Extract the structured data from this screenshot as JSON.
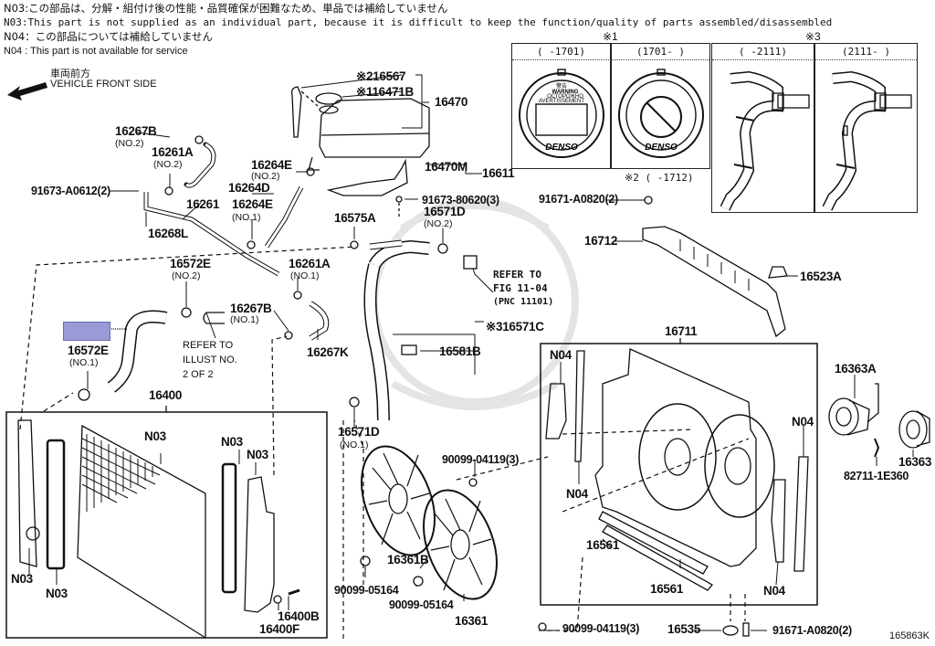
{
  "notes": [
    {
      "id": "n03_jp",
      "text": "N03:この部品は、分解・組付け後の性能・品質確保が困難なため、単品では補給していません"
    },
    {
      "id": "n03_en",
      "text": "N03:This part is not supplied as an individual part, because it is difficult to keep the function/quality of parts assembled/disassembled"
    },
    {
      "id": "n04_jp",
      "text": "N04：この部品については補給していません"
    },
    {
      "id": "n04_en",
      "text": "N04 : This part is not available for service"
    }
  ],
  "orientation": {
    "jp": "車両前方",
    "en": "VEHICLE FRONT SIDE"
  },
  "figure_number": "165863K",
  "highlight_color": "#9a9ad6",
  "variant_panels": {
    "cap": {
      "mark": "※1",
      "cols": [
        "(    -1701)",
        "(1701-    )"
      ],
      "cap_text": [
        "警告",
        "WARNING",
        "ОСТОРОЖНО",
        "AVERTISSEMENT"
      ],
      "brand": "DENSO"
    },
    "hose": {
      "mark": "※3",
      "cols": [
        "(    -2111)",
        "(2111-    )"
      ]
    },
    "cap_note": "※2 (    -1712)"
  },
  "refer_notes": {
    "illust": [
      "REFER TO",
      "ILLUST NO.",
      "2 OF 2"
    ],
    "fig": [
      "REFER TO",
      "FIG 11-04",
      "(PNC 11101)"
    ]
  },
  "labels": {
    "p16567": "※216567",
    "p16471B": "※116471B",
    "p16470": "16470",
    "p16267B_2": "16267B",
    "p16267B_2_sub": "(NO.2)",
    "p16261A_2": "16261A",
    "p16261A_2_sub": "(NO.2)",
    "p16261": "16261",
    "p91673_A0612": "91673-A0612(2)",
    "p16268L": "16268L",
    "p16264E_2": "16264E",
    "p16264E_2_sub": "(NO.2)",
    "p16264D": "16264D",
    "p16264E_1": "16264E",
    "p16264E_1_sub": "(NO.1)",
    "p16470M": "16470M",
    "p16611": "16611",
    "p91673_80620": "91673-80620(3)",
    "p16575A": "16575A",
    "p16571D_2": "16571D",
    "p16571D_2_sub": "(NO.2)",
    "p16261A_1": "16261A",
    "p16261A_1_sub": "(NO.1)",
    "p16572E_2": "16572E",
    "p16572E_2_sub": "(NO.2)",
    "p16267B_1": "16267B",
    "p16267B_1_sub": "(NO.1)",
    "p16572E_1": "16572E",
    "p16572E_1_sub": "(NO.1)",
    "p16267K": "16267K",
    "p16571C": "※316571C",
    "p16581B": "16581B",
    "p16400": "16400",
    "p16571D_1": "16571D",
    "p16571D_1_sub": "(NO.1)",
    "p91671_A0820_top": "91671-A0820(2)",
    "p16712": "16712",
    "p16523A": "16523A",
    "p16711": "16711",
    "p16363A": "16363A",
    "p16363": "16363",
    "p82711": "82711-1E360",
    "p90099_04119_a": "90099-04119(3)",
    "p16361B": "16361B",
    "p90099_05164_a": "90099-05164",
    "p90099_05164_b": "90099-05164",
    "p16361": "16361",
    "p16561_a": "16561",
    "p16561_b": "16561",
    "p16400B": "16400B",
    "p16400F": "16400F",
    "p90099_04119_b": "90099-04119(3)",
    "p16535": "16535",
    "p91671_A0820_bot": "91671-A0820(2)",
    "n03": "N03",
    "n04": "N04"
  }
}
